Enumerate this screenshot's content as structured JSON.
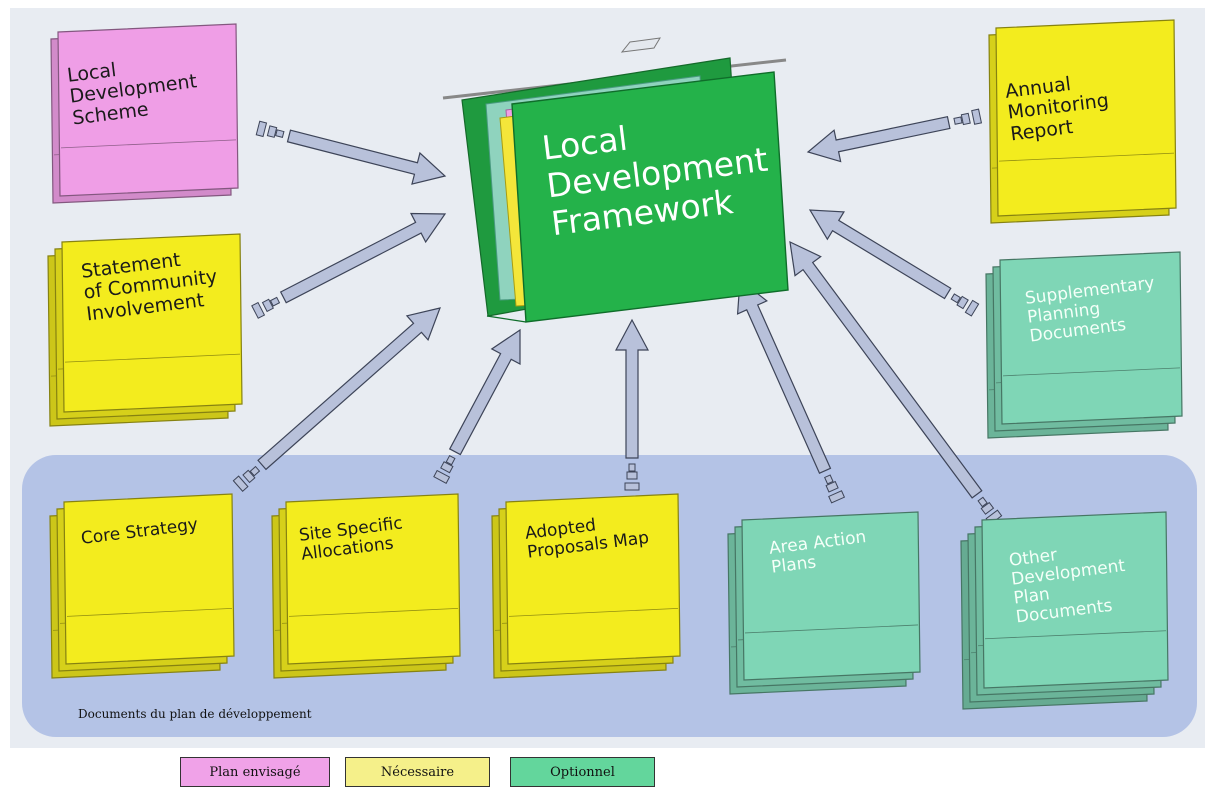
{
  "center": {
    "label": "Local\nDevelopment\nFramework"
  },
  "documents": {
    "lds": "Local\nDevelopment\nScheme",
    "sci": "Statement\nof Community\nInvolvement",
    "amr": "Annual\nMonitoring\nReport",
    "spd": "Supplementary\nPlanning\nDocuments",
    "core": "Core Strategy",
    "ssa": "Site Specific\nAllocations",
    "apm": "Adopted\nProposals Map",
    "aap": "Area Action\nPlans",
    "odpd": "Other\nDevelopment\nPlan\nDocuments"
  },
  "group_label": "Documents du plan de développement",
  "legend": [
    {
      "label": "Plan envisagé",
      "color": "#f0a2e8"
    },
    {
      "label": "Nécessaire",
      "color": "#f5f08a"
    },
    {
      "label": "Optionnel",
      "color": "#63d69c"
    }
  ],
  "colors": {
    "planned": "#ef9ee6",
    "required": "#f3ec1e",
    "optional": "#7fd6b6",
    "framework": "#24b24a",
    "arrow": "#b8c1da"
  }
}
